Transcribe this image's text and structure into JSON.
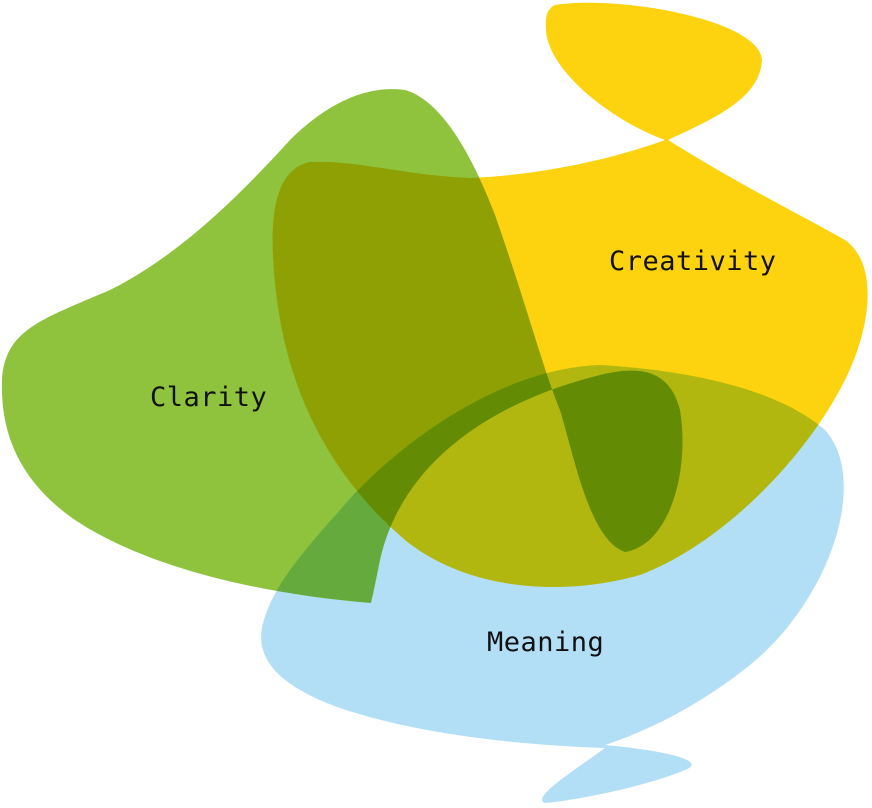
{
  "labels": {
    "clarity": "Clarity",
    "creativity": "Creativity",
    "meaning": "Meaning"
  },
  "colors": {
    "clarity": "#8FC33E",
    "creativity": "#FDD20E",
    "meaning": "#B3DFF6"
  }
}
